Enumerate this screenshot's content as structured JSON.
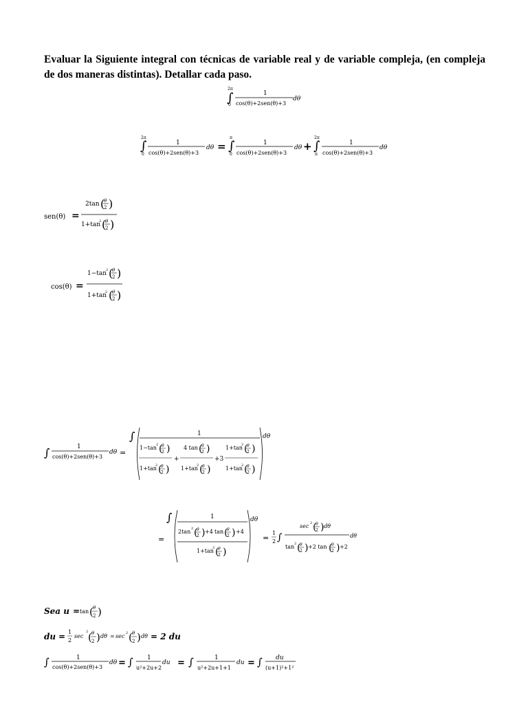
{
  "header": {
    "prompt": "Evaluar la Siguiente integral con técnicas de variable real y de variable compleja, (en compleja de dos maneras distintas). Detallar cada paso."
  },
  "math": {
    "integral_lower_0": "0",
    "integral_upper_2pi": "2π",
    "integral_upper_pi": "π",
    "integral_lower_pi": "π",
    "one": "1",
    "two": "2",
    "four": "4",
    "three": "3",
    "denominator_main": "cos(θ)+2sen(θ)+3",
    "d_theta": "dθ",
    "plus": "+",
    "equals": "=",
    "sen_label": "sen(θ)",
    "cos_label": "cos(θ)",
    "two_tan": "2tan",
    "one_plus_tan2": "1+tan",
    "one_minus_tan2": "1−tan",
    "theta": "θ",
    "four_tan": "4 tan",
    "plus_three": "+3",
    "tan": "tan",
    "sec2": "sec",
    "sup_2": "2",
    "plus_four": "+4",
    "half_int": "∫",
    "plus_two": "+2",
    "two_tan_mid": "+2 tan"
  },
  "substitution": {
    "sea_u": "Sea u",
    "du": "du",
    "du_result": "= 2 du",
    "u2_2u_2": "u²+2u+2",
    "u2_2u_1_1": "u²+2u+1+1",
    "du_over": "du",
    "u_plus_1_sq": "(u+1)²+1²"
  }
}
